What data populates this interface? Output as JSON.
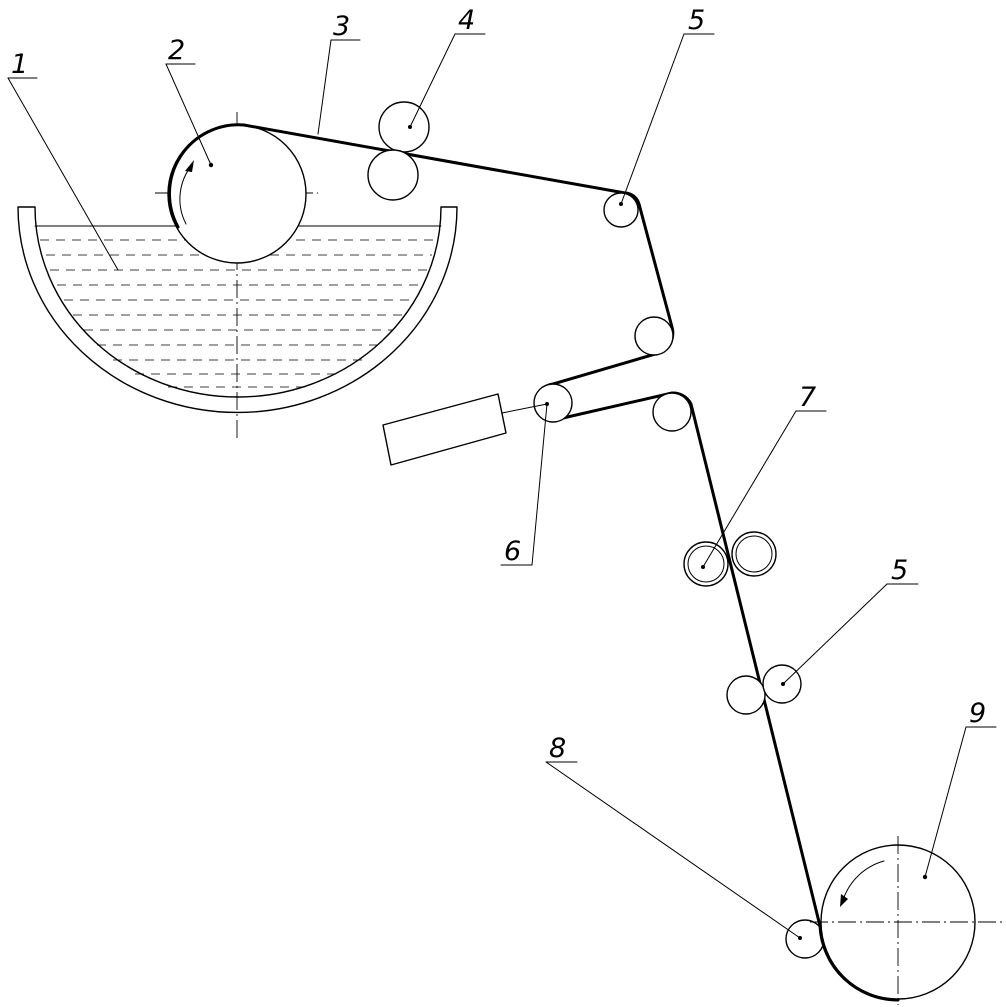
{
  "diagram": {
    "labels": {
      "bath": "1",
      "applicator_roll": "2",
      "web": "3",
      "squeeze_roll": "4",
      "guide_roll_upper": "5",
      "unit_6": "6",
      "roll_pair_7": "7",
      "guide_roll_lower": "5",
      "roll_8": "8",
      "take_up_roll": "9"
    },
    "colors": {
      "line": "#000000",
      "background": "#ffffff"
    },
    "icons": {
      "rotation_arrows": "curved-arrow-icon"
    }
  }
}
